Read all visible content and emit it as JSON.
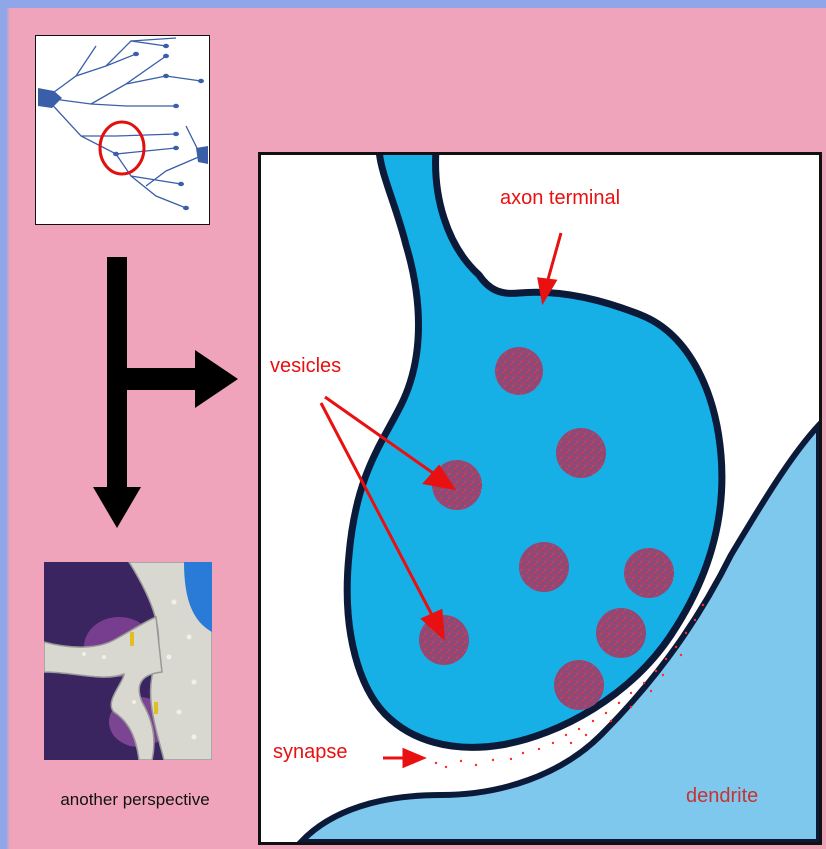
{
  "labels": {
    "axon_terminal": "axon terminal",
    "vesicles": "vesicles",
    "synapse": "synapse",
    "dendrite": "dendrite",
    "perspective_caption": "another perspective"
  },
  "colors": {
    "background": "#f0a4bb",
    "side_strip": "#8fa6e8",
    "axon_fill": "#17b0e6",
    "dendrite_fill": "#7ec8ee",
    "outline": "#0c1a3a",
    "vesicle": "#8d4a78",
    "label_red": "#e81010"
  },
  "icons": {
    "down_arrow": "down-arrow-icon",
    "right_arrow": "right-arrow-icon"
  }
}
